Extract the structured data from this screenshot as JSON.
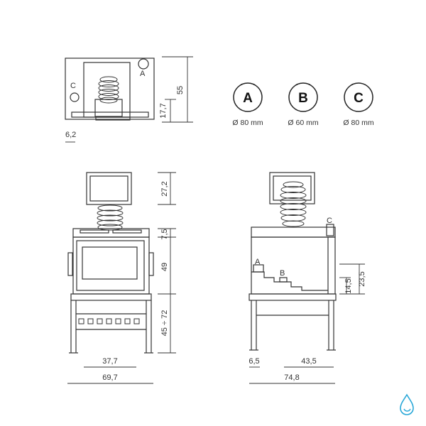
{
  "top_view": {
    "label_a": "A",
    "label_c": "C",
    "dim_height": "55",
    "dim_collar": "17,7",
    "dim_offset": "6,2"
  },
  "legend": [
    {
      "letter": "A",
      "diameter": "Ø 80 mm"
    },
    {
      "letter": "B",
      "diameter": "Ø 60 mm"
    },
    {
      "letter": "C",
      "diameter": "Ø 80 mm"
    }
  ],
  "front_view": {
    "dim_top": "27,2",
    "dim_band": "7,5",
    "dim_body": "49",
    "dim_legs": "45 ÷ 72",
    "dim_inner_width": "37,7",
    "dim_width": "69,7"
  },
  "side_view": {
    "label_a": "A",
    "label_b": "B",
    "label_c": "C",
    "dim_b_height": "14,5",
    "dim_a_height": "23,5",
    "dim_foot": "6,5",
    "dim_depth_partial": "43,5",
    "dim_depth": "74,8"
  },
  "colors": {
    "line": "#333333",
    "logo": "#2aa8d8"
  },
  "icons": [
    "water-drop-logo-icon"
  ]
}
